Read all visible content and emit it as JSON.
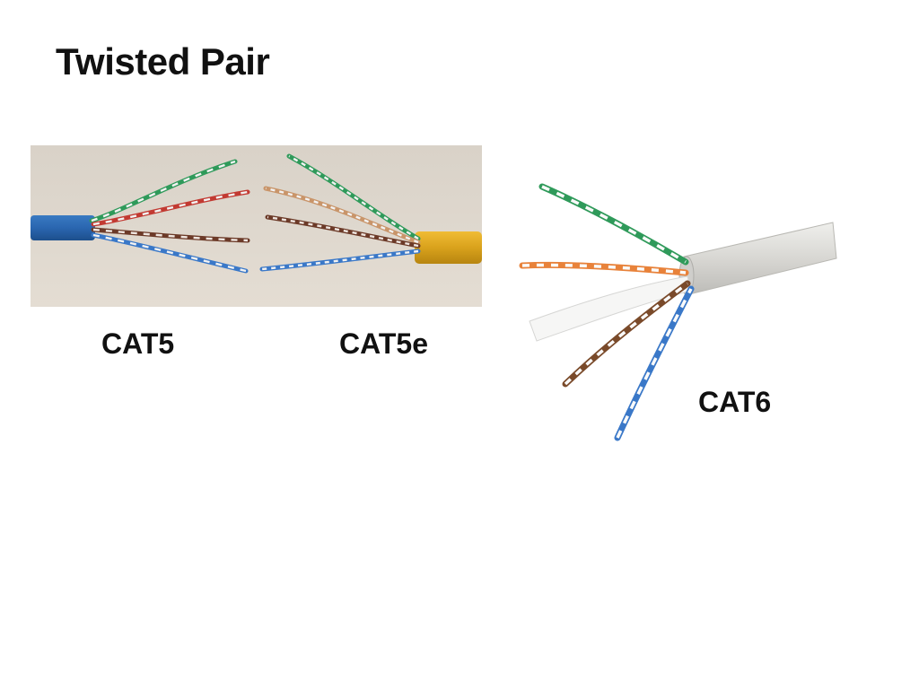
{
  "slide": {
    "title": "Twisted Pair"
  },
  "cables": [
    {
      "label": "CAT5",
      "jacket_color": "#2a66b0"
    },
    {
      "label": "CAT5e",
      "jacket_color": "#d9a21c"
    },
    {
      "label": "CAT6",
      "jacket_color": "#dddcd8"
    }
  ],
  "wire_colors": {
    "green": "#2f9a5a",
    "orange": "#e8823a",
    "brown": "#7a4a2a",
    "blue": "#3a78c8",
    "white": "#f4f4f4"
  }
}
